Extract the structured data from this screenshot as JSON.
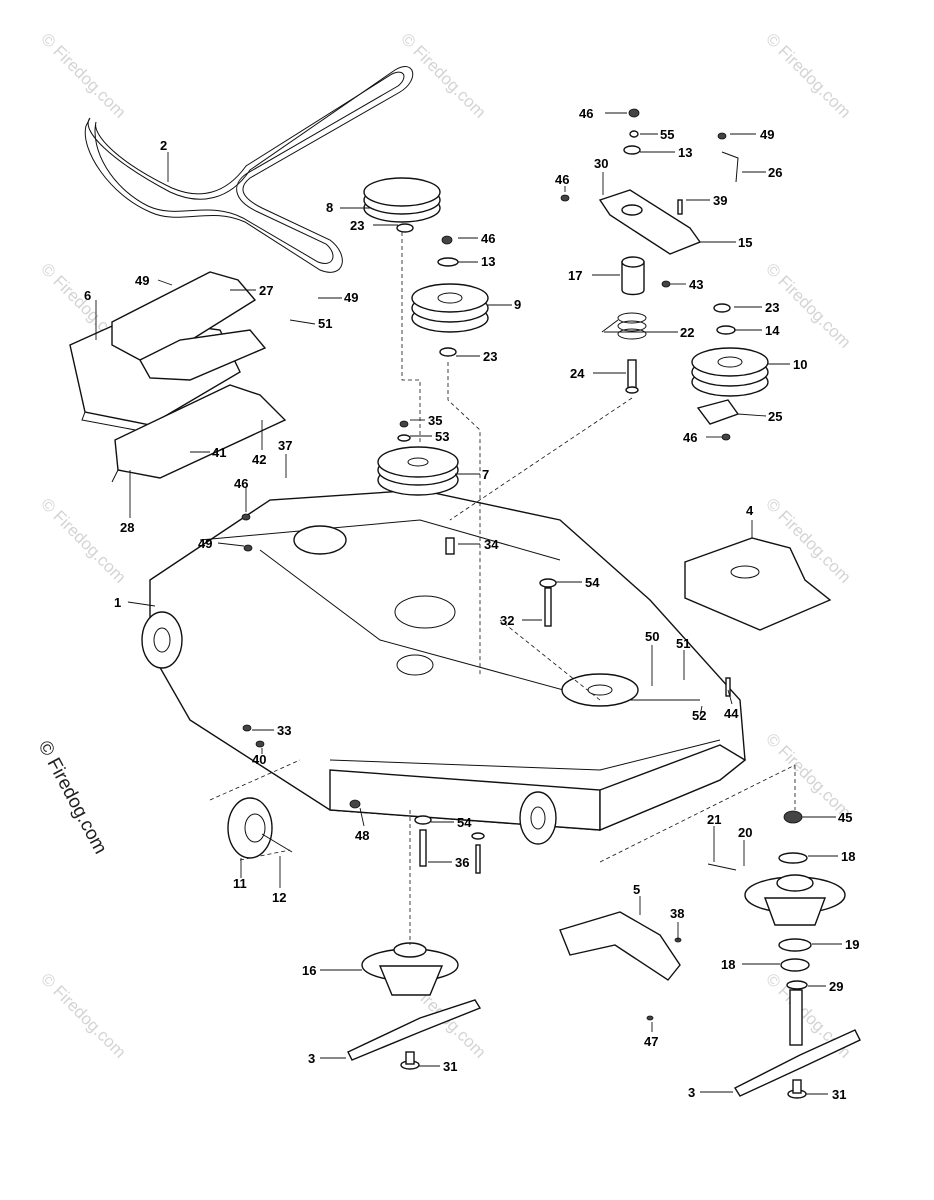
{
  "copyright_text": "© Firedog.com",
  "watermark_text": "© Firedog.com",
  "callouts": [
    {
      "id": "c-2",
      "label": "2"
    },
    {
      "id": "c-8",
      "label": "8"
    },
    {
      "id": "c-23a",
      "label": "23"
    },
    {
      "id": "c-46a",
      "label": "46"
    },
    {
      "id": "c-13a",
      "label": "13"
    },
    {
      "id": "c-9",
      "label": "9"
    },
    {
      "id": "c-23b",
      "label": "23"
    },
    {
      "id": "c-6",
      "label": "6"
    },
    {
      "id": "c-49a",
      "label": "49"
    },
    {
      "id": "c-27",
      "label": "27"
    },
    {
      "id": "c-49b",
      "label": "49"
    },
    {
      "id": "c-51a",
      "label": "51"
    },
    {
      "id": "c-41",
      "label": "41"
    },
    {
      "id": "c-42",
      "label": "42"
    },
    {
      "id": "c-37",
      "label": "37"
    },
    {
      "id": "c-28",
      "label": "28"
    },
    {
      "id": "c-35",
      "label": "35"
    },
    {
      "id": "c-53",
      "label": "53"
    },
    {
      "id": "c-7",
      "label": "7"
    },
    {
      "id": "c-46b",
      "label": "46"
    },
    {
      "id": "c-55",
      "label": "55"
    },
    {
      "id": "c-13b",
      "label": "13"
    },
    {
      "id": "c-49c",
      "label": "49"
    },
    {
      "id": "c-30",
      "label": "30"
    },
    {
      "id": "c-46c",
      "label": "46"
    },
    {
      "id": "c-26",
      "label": "26"
    },
    {
      "id": "c-39",
      "label": "39"
    },
    {
      "id": "c-15",
      "label": "15"
    },
    {
      "id": "c-17",
      "label": "17"
    },
    {
      "id": "c-43",
      "label": "43"
    },
    {
      "id": "c-23c",
      "label": "23"
    },
    {
      "id": "c-22",
      "label": "22"
    },
    {
      "id": "c-14",
      "label": "14"
    },
    {
      "id": "c-24",
      "label": "24"
    },
    {
      "id": "c-10",
      "label": "10"
    },
    {
      "id": "c-25",
      "label": "25"
    },
    {
      "id": "c-46d",
      "label": "46"
    },
    {
      "id": "c-46e",
      "label": "46"
    },
    {
      "id": "c-49d",
      "label": "49"
    },
    {
      "id": "c-34",
      "label": "34"
    },
    {
      "id": "c-4",
      "label": "4"
    },
    {
      "id": "c-54a",
      "label": "54"
    },
    {
      "id": "c-32",
      "label": "32"
    },
    {
      "id": "c-1",
      "label": "1"
    },
    {
      "id": "c-50",
      "label": "50"
    },
    {
      "id": "c-51b",
      "label": "51"
    },
    {
      "id": "c-44",
      "label": "44"
    },
    {
      "id": "c-52",
      "label": "52"
    },
    {
      "id": "c-33",
      "label": "33"
    },
    {
      "id": "c-40",
      "label": "40"
    },
    {
      "id": "c-48",
      "label": "48"
    },
    {
      "id": "c-54b",
      "label": "54"
    },
    {
      "id": "c-36",
      "label": "36"
    },
    {
      "id": "c-11",
      "label": "11"
    },
    {
      "id": "c-12",
      "label": "12"
    },
    {
      "id": "c-45",
      "label": "45"
    },
    {
      "id": "c-21",
      "label": "21"
    },
    {
      "id": "c-20",
      "label": "20"
    },
    {
      "id": "c-18a",
      "label": "18"
    },
    {
      "id": "c-5",
      "label": "5"
    },
    {
      "id": "c-38",
      "label": "38"
    },
    {
      "id": "c-16",
      "label": "16"
    },
    {
      "id": "c-19",
      "label": "19"
    },
    {
      "id": "c-18b",
      "label": "18"
    },
    {
      "id": "c-29",
      "label": "29"
    },
    {
      "id": "c-47",
      "label": "47"
    },
    {
      "id": "c-3a",
      "label": "3"
    },
    {
      "id": "c-31a",
      "label": "31"
    },
    {
      "id": "c-3b",
      "label": "3"
    },
    {
      "id": "c-31b",
      "label": "31"
    }
  ]
}
